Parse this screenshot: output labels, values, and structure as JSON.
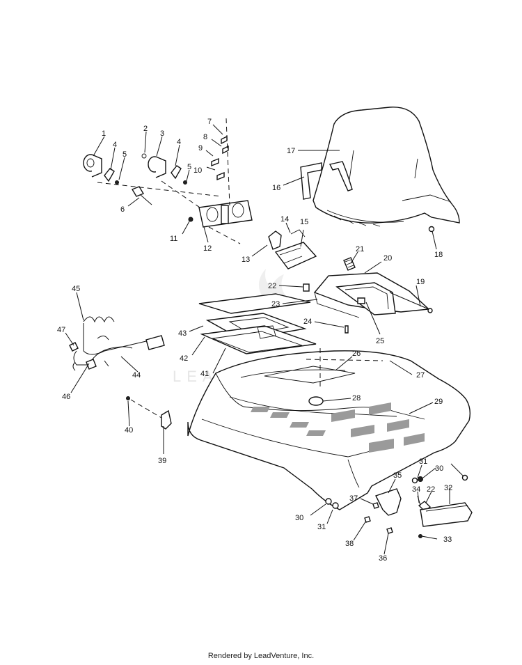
{
  "diagram": {
    "watermark": "LEADVENTURE",
    "footer": "Rendered by LeadVenture, Inc.",
    "callouts": [
      "1",
      "2",
      "3",
      "4",
      "4",
      "5",
      "5",
      "6",
      "7",
      "8",
      "9",
      "10",
      "11",
      "12",
      "13",
      "14",
      "15",
      "16",
      "17",
      "18",
      "19",
      "20",
      "21",
      "22",
      "22",
      "23",
      "24",
      "25",
      "26",
      "27",
      "28",
      "29",
      "30",
      "30",
      "31",
      "31",
      "32",
      "33",
      "34",
      "35",
      "36",
      "37",
      "38",
      "39",
      "40",
      "41",
      "42",
      "43",
      "44",
      "45",
      "46",
      "47"
    ]
  }
}
